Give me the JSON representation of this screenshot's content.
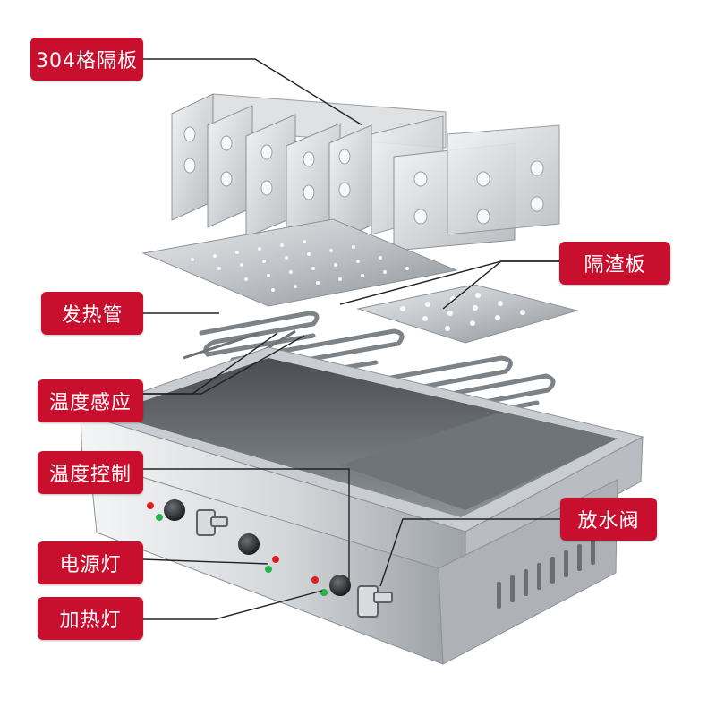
{
  "callouts": {
    "partition": "304格隔板",
    "slag_plate": "隔渣板",
    "heating_tube": "发热管",
    "temp_sensor": "温度感应",
    "temp_control": "温度控制",
    "drain_valve": "放水阀",
    "power_light": "电源灯",
    "heating_light": "加热灯"
  },
  "colors": {
    "callout_bg": "#c8102e",
    "callout_text": "#ffffff",
    "leader_line": "#222222",
    "steel_light": "#d9dcdf",
    "steel_dark": "#6b6f73",
    "power_led": "#e02020",
    "heat_led": "#21b34a"
  }
}
